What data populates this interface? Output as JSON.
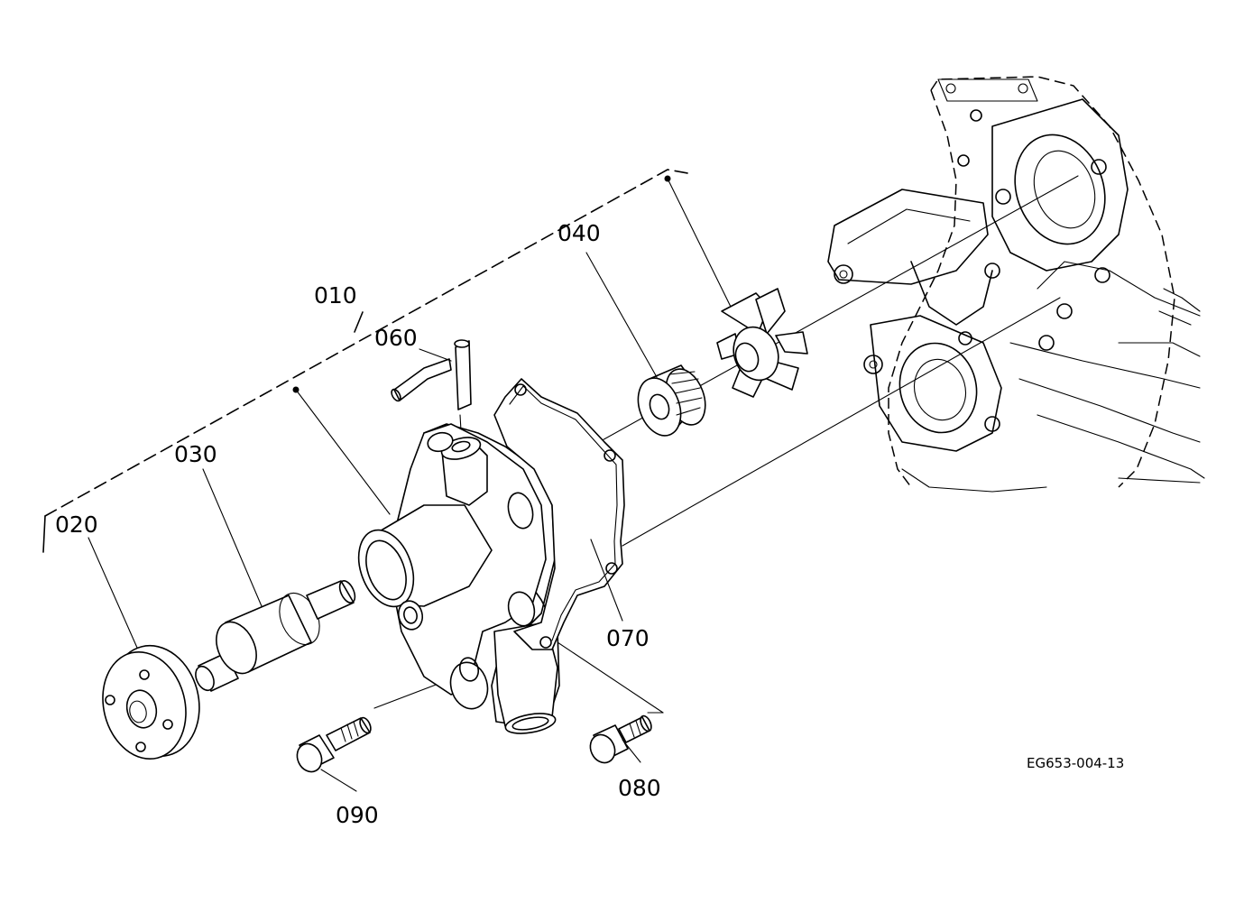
{
  "labels": {
    "p010": "010",
    "p020": "020",
    "p030": "030",
    "p040": "040",
    "p060": "060",
    "p070": "070",
    "p080": "080",
    "p090": "090"
  },
  "drawing_ref": "EG653-004-13"
}
